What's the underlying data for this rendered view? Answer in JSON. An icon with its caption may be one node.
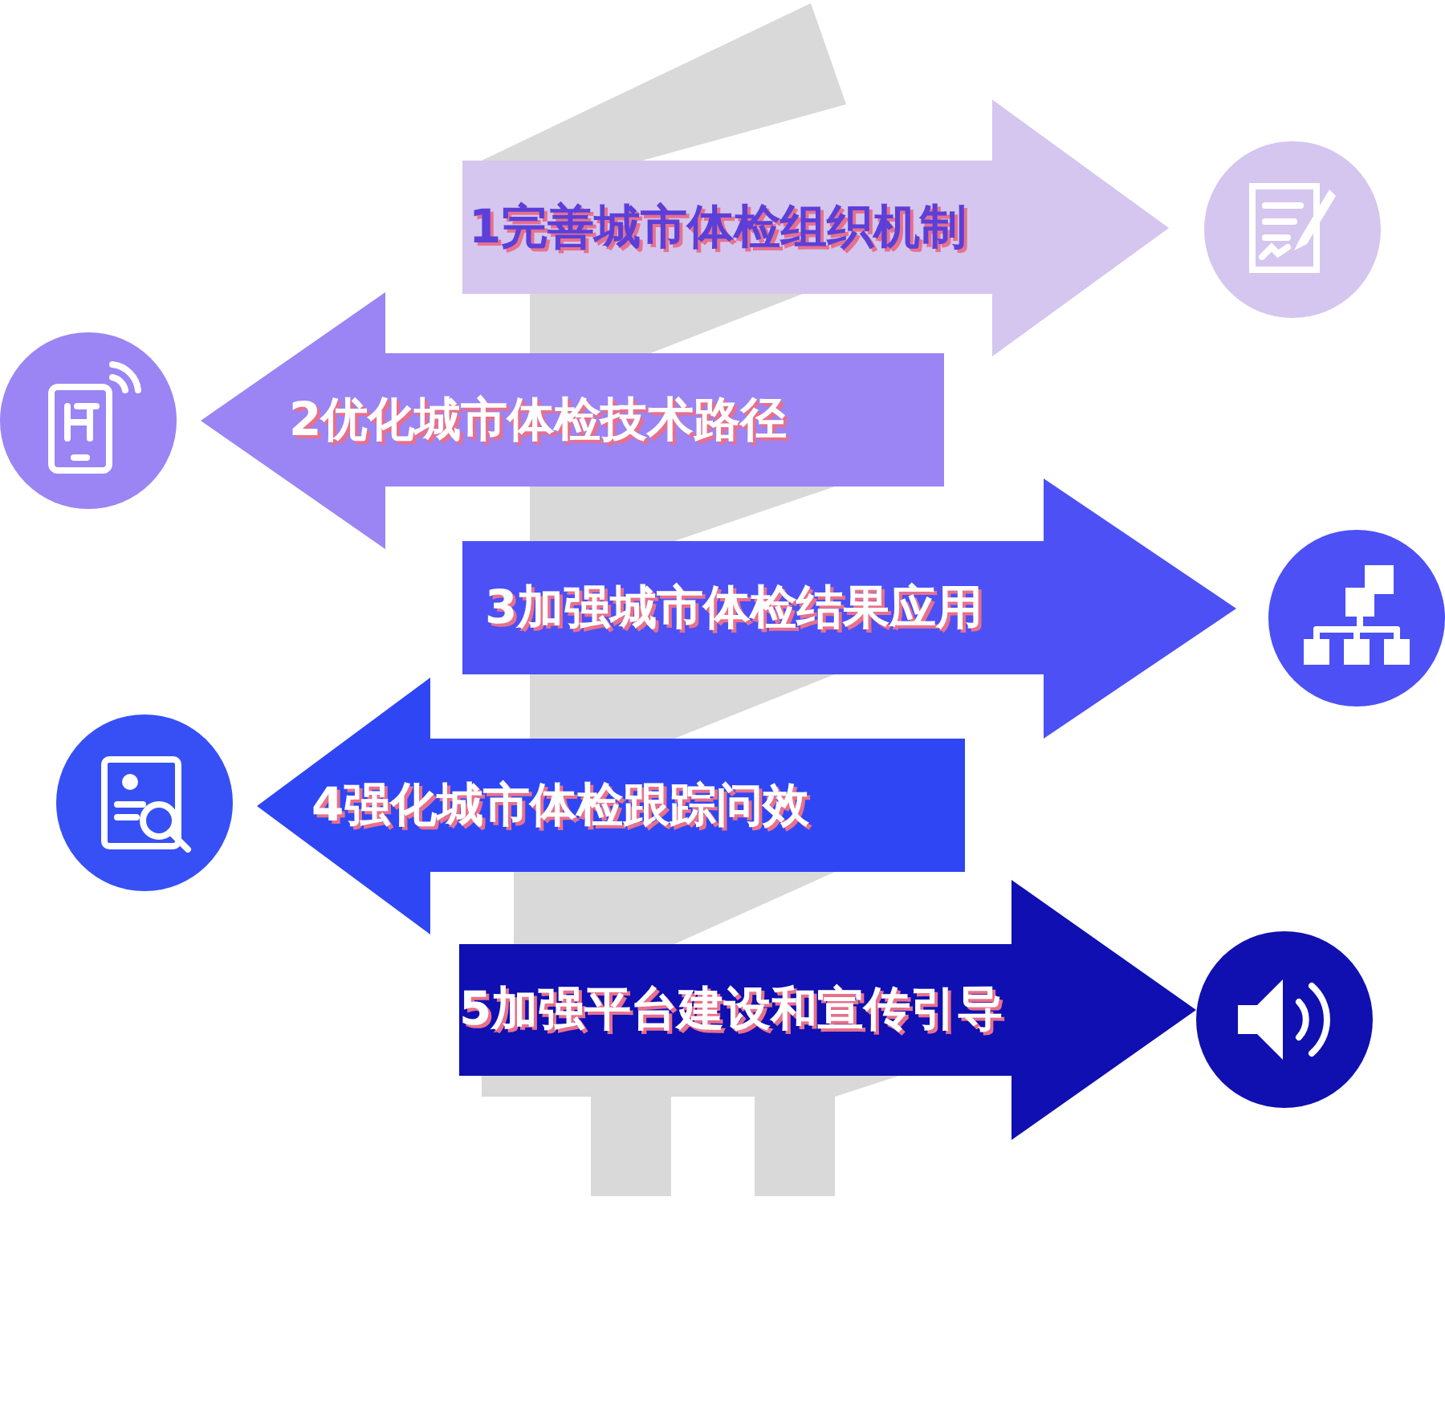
{
  "diagram": {
    "nodes": [
      {
        "text": [
          "1完善城市体检组织机制"
        ]
      },
      {
        "text": [
          "2优化城市体检技术路径"
        ]
      },
      {
        "text": [
          "3加强城市体检结果应用"
        ]
      },
      {
        "text": [
          "4强化城市体检跟踪问效"
        ]
      },
      {
        "text": [
          "5加强平台建设和宣传引导"
        ]
      },
      {
        "text": [],
        "shape": "circle"
      },
      {
        "text": [],
        "shape": "circle"
      },
      {
        "text": [],
        "shape": "circle"
      },
      {
        "text": [],
        "shape": "circle"
      },
      {
        "text": [],
        "shape": "circle"
      }
    ]
  }
}
